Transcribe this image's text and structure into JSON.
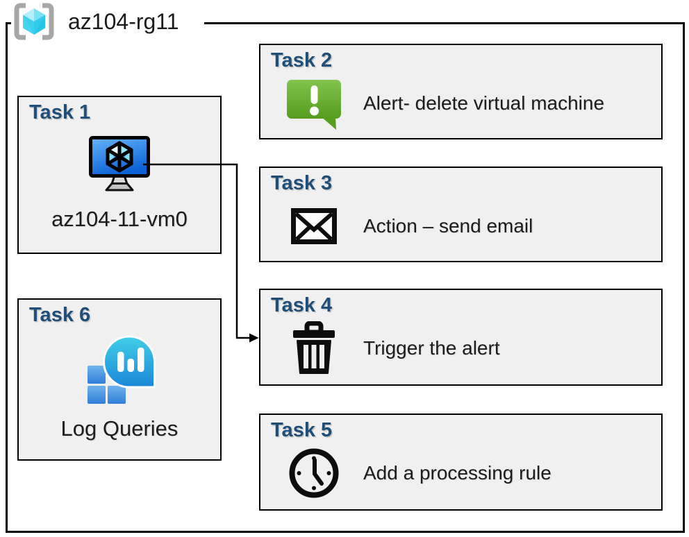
{
  "resource_group": {
    "label": "az104-rg11",
    "icon": "resource-group-icon"
  },
  "tasks": {
    "task1": {
      "title": "Task 1",
      "label": "az104-11-vm0",
      "icon": "virtual-machine-icon"
    },
    "task2": {
      "title": "Task 2",
      "label": "Alert- delete virtual machine",
      "icon": "alert-message-icon"
    },
    "task3": {
      "title": "Task 3",
      "label": "Action – send email",
      "icon": "email-envelope-icon"
    },
    "task4": {
      "title": "Task 4",
      "label": "Trigger the alert",
      "icon": "trash-icon"
    },
    "task5": {
      "title": "Task 5",
      "label": "Add a processing rule",
      "icon": "clock-icon"
    },
    "task6": {
      "title": "Task 6",
      "label": "Log Queries",
      "icon": "log-queries-icon"
    }
  },
  "connector": {
    "from": "task1-virtual-machine",
    "to": "task4",
    "style": "elbow-arrow"
  },
  "colors": {
    "task_title": "#1F4E79",
    "box_fill": "#F0F0F0",
    "border": "#000000",
    "alert_green_top": "#82C44E",
    "alert_green_bottom": "#559C1E",
    "vm_screen_top": "#66B5FA",
    "vm_screen_bottom": "#0B62D6",
    "cube_cyan": "#7BE2F5",
    "bracket_gray": "#A7A7A7",
    "log_bubble_top": "#41CFE9",
    "log_bubble_bottom": "#1B87D6",
    "log_square_top": "#6FB2EC",
    "log_square_bottom": "#2F7ED8"
  }
}
